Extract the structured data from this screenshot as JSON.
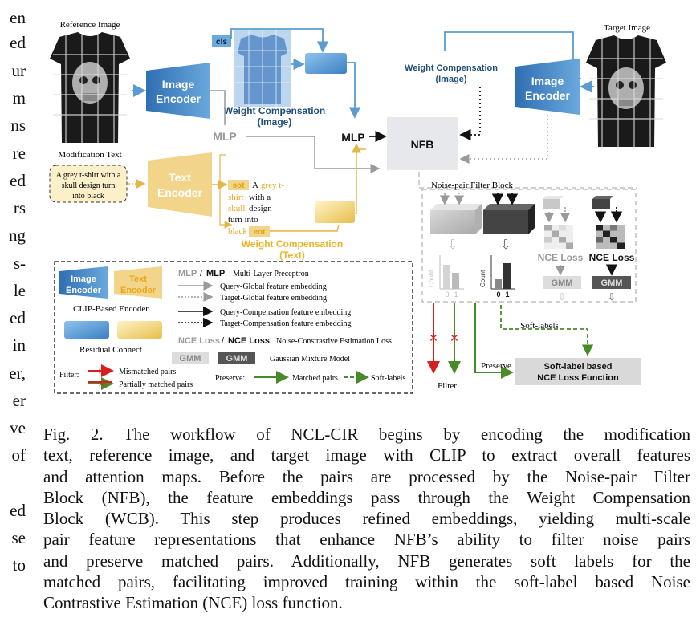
{
  "left_column_fragments": [
    "en",
    "ed",
    "ur",
    "m",
    "ns",
    "re",
    "ed",
    "rs",
    "ng",
    "s-",
    "le",
    "ed",
    "in",
    "er,",
    "er",
    "ve",
    "of",
    "",
    "ed",
    "se",
    "to"
  ],
  "figure": {
    "reference_image_label": "Reference Image",
    "target_image_label": "Target Image",
    "cls_label": "cls",
    "image_encoder": "Image\nEncoder",
    "image_encoder_line1": "Image",
    "image_encoder_line2": "Encoder",
    "text_encoder_line1": "Text",
    "text_encoder_line2": "Encoder",
    "weight_comp_image_line1": "Weight Compensation",
    "weight_comp_image_line2": "(Image)",
    "weight_comp_text_line1": "Weight Compensation",
    "weight_comp_text_line2": "(Text)",
    "mlp_gray": "MLP",
    "mlp_black": "MLP",
    "nfb": "NFB",
    "modification_text_label": "Modification Text",
    "modification_text_line1": "A grey t-shirt with a",
    "modification_text_line2": "skull design turn",
    "modification_text_line3": "into black",
    "sot": "sot",
    "eot": "eot",
    "token_text": {
      "a": "A",
      "grey": "grey t-",
      "shirt": "shirt",
      "with_a": "with a",
      "skull": "skull",
      "design": "design",
      "turn_into": "turn into",
      "black": "black"
    },
    "noise_pair_filter_block": "Noise-pair Filter Block",
    "count": "Count",
    "zero": "0",
    "one": "1",
    "nce_loss": "NCE Loss",
    "gmm": "GMM",
    "soft_labels": "Soft-labels",
    "preserve": "Preserve",
    "filter": "Filter",
    "soft_label_box_line1": "Soft-label based",
    "soft_label_box_line2": "NCE Loss Function",
    "legend": {
      "image_encoder_line1": "Image",
      "image_encoder_line2": "Encoder",
      "text_encoder_line1": "Text",
      "text_encoder_line2": "Encoder",
      "clip_based_encoder": "CLIP-Based Encoder",
      "residual_connect": "Residual Connect",
      "mlp_gray": "MLP",
      "slash": "/",
      "mlp_black": "MLP",
      "mlp_desc": "Multi-Layer Preceptron",
      "query_global": "Query-Global feature embedding",
      "target_global": "Target-Global feature embedding",
      "query_comp": "Query-Compensation feature embedding",
      "target_comp": "Target-Compensation feature embedding",
      "nce_gray": "NCE Loss",
      "nce_black": "NCE Loss",
      "nce_desc": "Noise-Constrastive Estimation Loss",
      "gmm_gray": "GMM",
      "gmm_black": "GMM",
      "gmm_desc": "Gaussian Mixture Model",
      "filter_label": "Filter:",
      "mismatched": "Mismatched pairs",
      "partially": "Partially matched pairs",
      "preserve_label": "Preserve:",
      "matched": "Matched pairs",
      "soft_labels": "Soft-labels"
    }
  },
  "caption_lines": [
    "Fig. 2.   The workflow of NCL-CIR begins by encoding the modification",
    "text, reference image, and target image with CLIP to extract overall features",
    "and attention maps. Before the pairs are processed by the Noise-pair Filter",
    "Block (NFB), the feature embeddings pass through the Weight Compensation",
    "Block (WCB). This step produces refined embeddings, yielding multi-scale",
    "pair feature representations that enhance NFB’s ability to filter noise pairs",
    "and preserve matched pairs. Additionally, NFB generates soft labels for the",
    "matched pairs, facilitating improved training within the soft-label based Noise",
    "Contrastive Estimation (NCE) loss function."
  ],
  "colors": {
    "image_blue": "#3f86c4",
    "text_yellow": "#f2cf7a",
    "nfb_gray": "#e6e8ec",
    "dark_title": "#1f4e79",
    "yellow_text": "#e8b52a",
    "red": "#d62020",
    "green": "#4a8a2a"
  }
}
